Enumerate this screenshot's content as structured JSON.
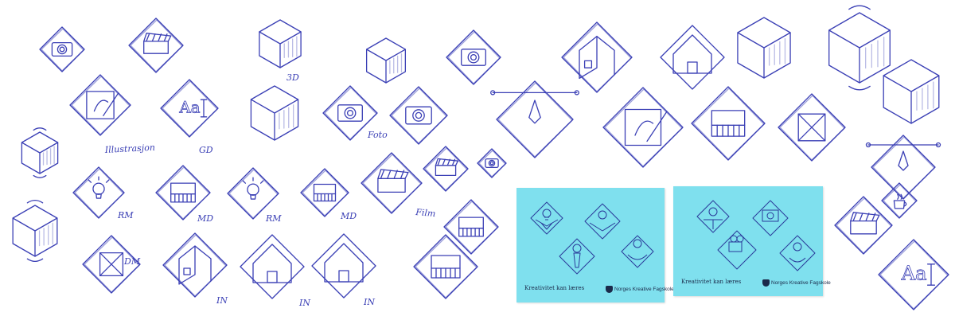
{
  "ink_color": "#3a3fb5",
  "note_color": "#7fe0ee",
  "labels": {
    "illustrasjon": "Illustrasjon",
    "gd": "GD",
    "threed": "3D",
    "foto": "Foto",
    "rm1": "RM",
    "md1": "MD",
    "rm2": "RM",
    "md2": "MD",
    "film": "Film",
    "dm": "DM",
    "in1": "IN",
    "in2": "IN",
    "in3": "IN"
  },
  "notes": [
    {
      "caption": "Kreativitet kan læres",
      "logo_text": "Norges Kreative Fagskole"
    },
    {
      "caption": "Kreativitet kan læres",
      "logo_text": "Norges Kreative Fagskole"
    }
  ]
}
